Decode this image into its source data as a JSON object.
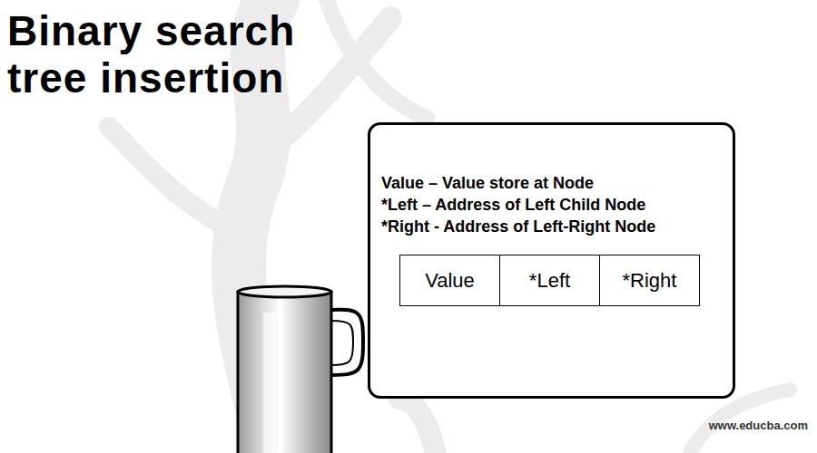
{
  "diagram": {
    "title": "Binary search tree insertion",
    "nodes": [
      {
        "text": [
          "Value – Value store at Node",
          "*Left – Address of Left Child Node",
          "*Right - Address of Left-Right Node"
        ]
      },
      {
        "text": [
          "Value"
        ],
        "in": 0
      },
      {
        "text": [
          "*Left"
        ],
        "in": 0
      },
      {
        "text": [
          "*Right"
        ],
        "in": 0
      }
    ],
    "labels": [
      "www.educba.com"
    ]
  }
}
